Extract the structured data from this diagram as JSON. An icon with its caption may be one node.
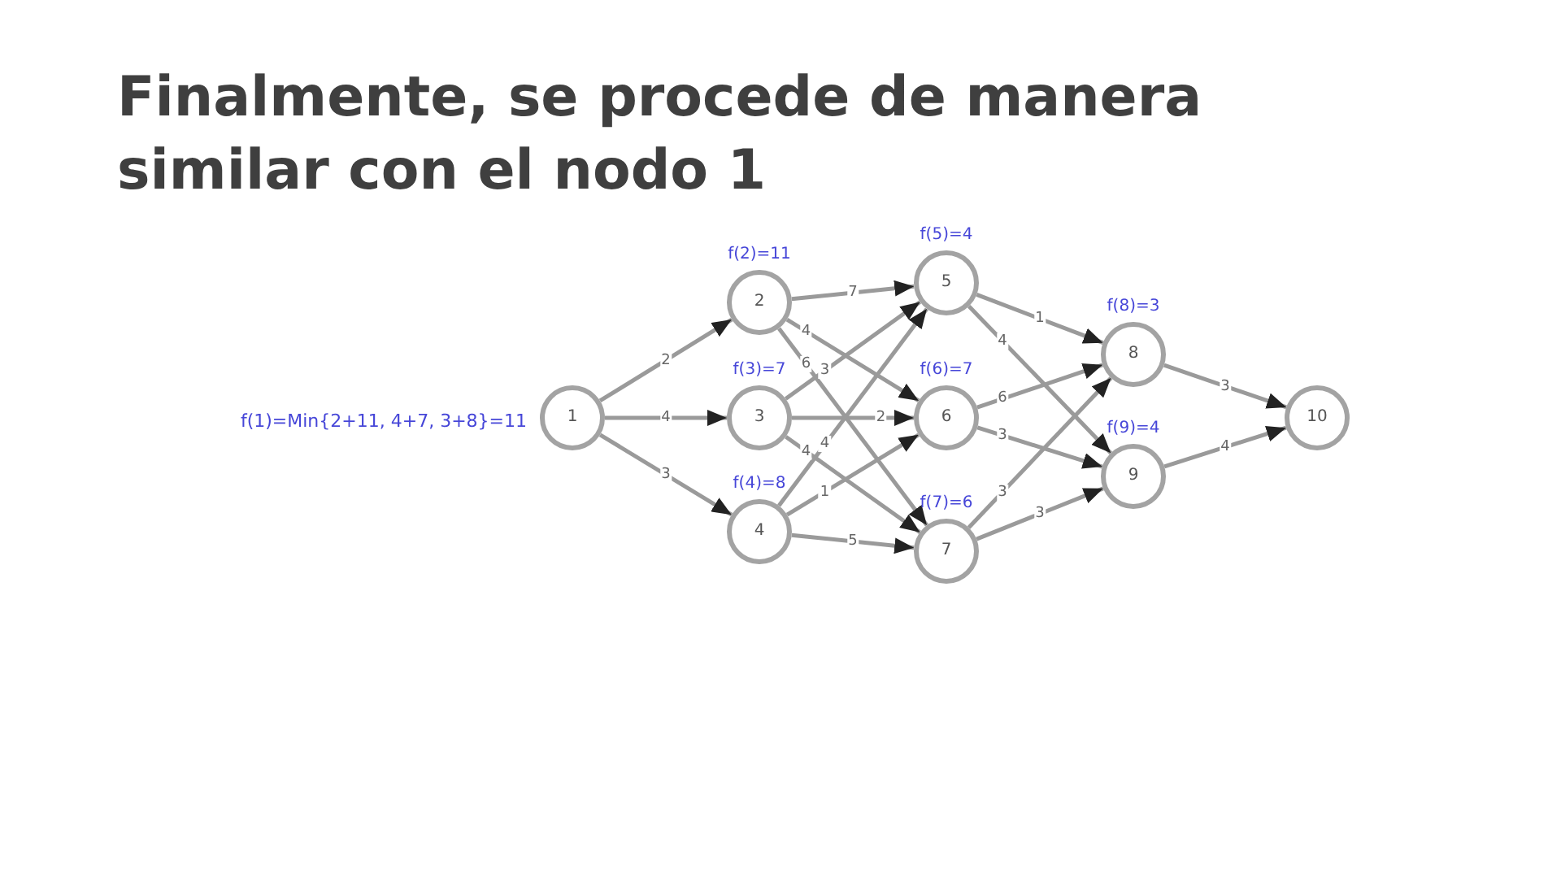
{
  "diagram": {
    "title": "Finalmente, se procede de manera similar con el nodo 1",
    "nodes": [
      {
        "text": [
          "1"
        ],
        "beside": [
          "f(1)=Min{2+11, 4+7, 3+8}=11"
        ]
      },
      {
        "text": [
          "2"
        ],
        "beside": [
          "f(2)=11"
        ]
      },
      {
        "text": [
          "3"
        ],
        "beside": [
          "f(3)=7"
        ]
      },
      {
        "text": [
          "4"
        ],
        "beside": [
          "f(4)=8"
        ]
      },
      {
        "text": [
          "5"
        ],
        "beside": [
          "f(5)=4"
        ]
      },
      {
        "text": [
          "6"
        ],
        "beside": [
          "f(6)=7"
        ]
      },
      {
        "text": [
          "7"
        ],
        "beside": [
          "f(7)=6"
        ]
      },
      {
        "text": [
          "8"
        ],
        "beside": [
          "f(8)=3"
        ]
      },
      {
        "text": [
          "9"
        ],
        "beside": [
          "f(9)=4"
        ]
      },
      {
        "text": [
          "10"
        ]
      }
    ],
    "edges": [
      {
        "from": 0,
        "to": 1,
        "arrow": "to",
        "label": "2"
      },
      {
        "from": 0,
        "to": 2,
        "arrow": "to",
        "label": "4"
      },
      {
        "from": 0,
        "to": 3,
        "arrow": "to",
        "label": "3"
      },
      {
        "from": 1,
        "to": 4,
        "arrow": "to",
        "label": "7"
      },
      {
        "from": 1,
        "to": 5,
        "arrow": "to",
        "label": "4"
      },
      {
        "from": 1,
        "to": 6,
        "arrow": "to",
        "label": "6"
      },
      {
        "from": 2,
        "to": 4,
        "arrow": "to",
        "label": "3"
      },
      {
        "from": 2,
        "to": 5,
        "arrow": "to",
        "label": "2"
      },
      {
        "from": 2,
        "to": 6,
        "arrow": "to",
        "label": "4"
      },
      {
        "from": 3,
        "to": 4,
        "arrow": "to",
        "label": "4"
      },
      {
        "from": 3,
        "to": 5,
        "arrow": "to",
        "label": "1"
      },
      {
        "from": 3,
        "to": 6,
        "arrow": "to",
        "label": "5"
      },
      {
        "from": 4,
        "to": 7,
        "arrow": "to",
        "label": "1"
      },
      {
        "from": 4,
        "to": 8,
        "arrow": "to",
        "label": "4"
      },
      {
        "from": 5,
        "to": 7,
        "arrow": "to",
        "label": "6"
      },
      {
        "from": 5,
        "to": 8,
        "arrow": "to",
        "label": "3"
      },
      {
        "from": 6,
        "to": 7,
        "arrow": "to",
        "label": "3"
      },
      {
        "from": 6,
        "to": 8,
        "arrow": "to",
        "label": "3"
      },
      {
        "from": 7,
        "to": 9,
        "arrow": "to",
        "label": "3"
      },
      {
        "from": 8,
        "to": 9,
        "arrow": "to",
        "label": "4"
      }
    ]
  }
}
